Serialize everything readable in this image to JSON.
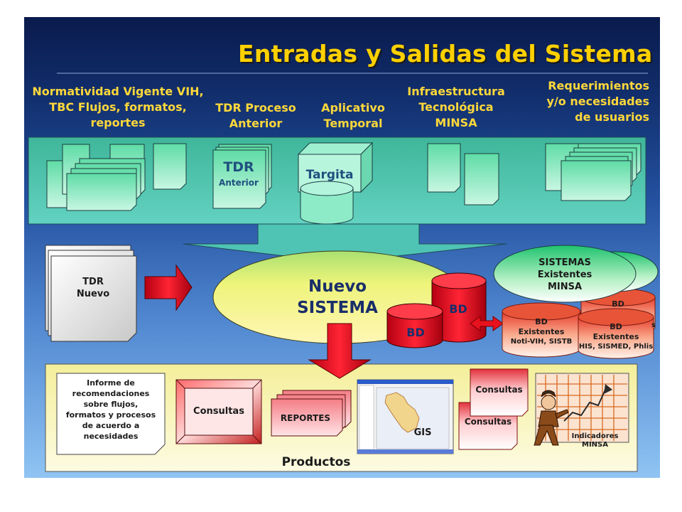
{
  "title": "Entradas y Salidas del Sistema",
  "inputs": {
    "normatividad": [
      "Normatividad Vigente VIH,",
      "TBC Flujos, formatos,",
      "reportes"
    ],
    "tdr_proceso": [
      "TDR Proceso",
      "Anterior"
    ],
    "aplicativo": [
      "Aplicativo",
      "Temporal"
    ],
    "infraestructura": [
      "Infraestructura",
      "Tecnológica",
      "MINSA"
    ],
    "requerimientos": [
      "Requerimientos",
      "y/o necesidades",
      "de usuarios"
    ]
  },
  "input_box": {
    "tdr_anterior_title": "TDR",
    "tdr_anterior_sub": "Anterior",
    "targita": "Targita"
  },
  "middle": {
    "tdr_nuevo": [
      "TDR",
      "Nuevo"
    ],
    "nuevo_sistema": [
      "Nuevo",
      "SISTEMA"
    ],
    "bd1": "BD",
    "bd2": "BD",
    "sistemas_existentes": [
      "SISTEMAS",
      "Existentes",
      "MINSA"
    ],
    "bd_noti": [
      "BD",
      "Existentes",
      "Noti-VIH, SISTB"
    ],
    "bd_his": [
      "BD",
      "Existentes",
      "HIS, SISMED, Phlis"
    ],
    "bd_back": "BD",
    "bd_back_suffix": "s"
  },
  "products": {
    "informe": [
      "Informe de",
      "recomendaciones",
      "sobre flujos,",
      "formatos y procesos",
      "de acuerdo a",
      "necesidades"
    ],
    "consultas_box": "Consultas",
    "reportes": "REPORTES",
    "gis": "GIS",
    "consultas_doc1": "Consultas",
    "consultas_doc2": "Consultas",
    "indicadores": [
      "Indicadores",
      "MINSA"
    ],
    "label": "Productos"
  }
}
